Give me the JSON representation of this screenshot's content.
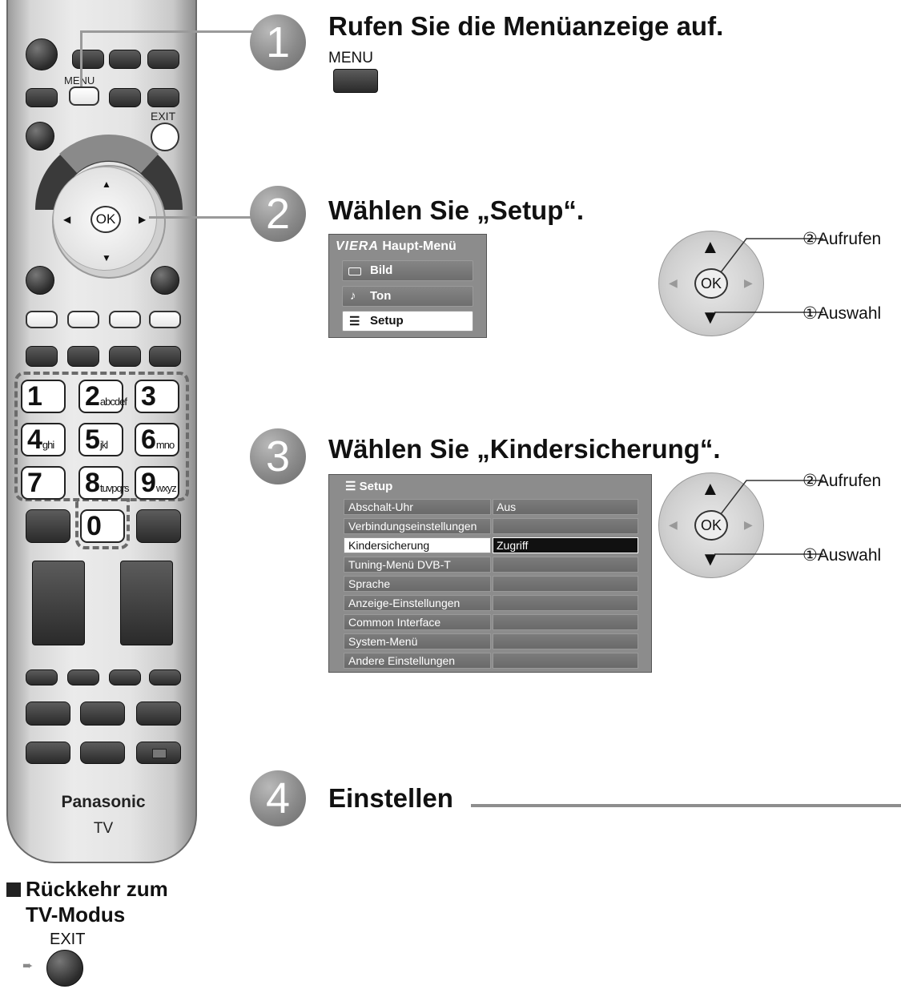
{
  "remote": {
    "menu_label": "MENU",
    "exit_label": "EXIT",
    "ok_label": "OK",
    "keys": [
      {
        "digit": "1",
        "sub": ""
      },
      {
        "digit": "2",
        "sub": "abcdef"
      },
      {
        "digit": "3",
        "sub": ""
      },
      {
        "digit": "4",
        "sub": "ghi"
      },
      {
        "digit": "5",
        "sub": "jkl"
      },
      {
        "digit": "6",
        "sub": "mno"
      },
      {
        "digit": "7",
        "sub": ""
      },
      {
        "digit": "8",
        "sub": "tuvpqrs"
      },
      {
        "digit": "9",
        "sub": "wxyz"
      },
      {
        "digit": "0",
        "sub": ""
      }
    ],
    "brand": "Panasonic",
    "model": "TV"
  },
  "return_section": {
    "heading_line1": "Rückkehr zum",
    "heading_line2": "TV-Modus",
    "exit_label": "EXIT"
  },
  "steps": [
    {
      "number": "1",
      "title": "Rufen Sie die Menüanzeige auf.",
      "key_label": "MENU"
    },
    {
      "number": "2",
      "title": "Wählen Sie „Setup“."
    },
    {
      "number": "3",
      "title": "Wählen Sie „Kindersicherung“."
    },
    {
      "number": "4",
      "title": "Einstellen"
    }
  ],
  "main_menu": {
    "logo": "VIERA",
    "title": "Haupt-Menü",
    "items": [
      {
        "label": "Bild",
        "icon": "picture-icon"
      },
      {
        "label": "Ton",
        "icon": "music-note-icon"
      },
      {
        "label": "Setup",
        "icon": "list-icon"
      }
    ]
  },
  "setup_menu": {
    "title": "Setup",
    "rows": [
      {
        "label": "Abschalt-Uhr",
        "value": "Aus"
      },
      {
        "label": "Verbindungseinstellungen",
        "value": ""
      },
      {
        "label": "Kindersicherung",
        "value": "Zugriff"
      },
      {
        "label": "Tuning-Menü DVB-T",
        "value": ""
      },
      {
        "label": "Sprache",
        "value": ""
      },
      {
        "label": "Anzeige-Einstellungen",
        "value": ""
      },
      {
        "label": "Common Interface",
        "value": ""
      },
      {
        "label": "System-Menü",
        "value": ""
      },
      {
        "label": "Andere Einstellungen",
        "value": ""
      }
    ]
  },
  "nav_pad": {
    "ok_label": "OK",
    "callout_access": "②Aufrufen",
    "callout_select": "①Auswahl"
  }
}
